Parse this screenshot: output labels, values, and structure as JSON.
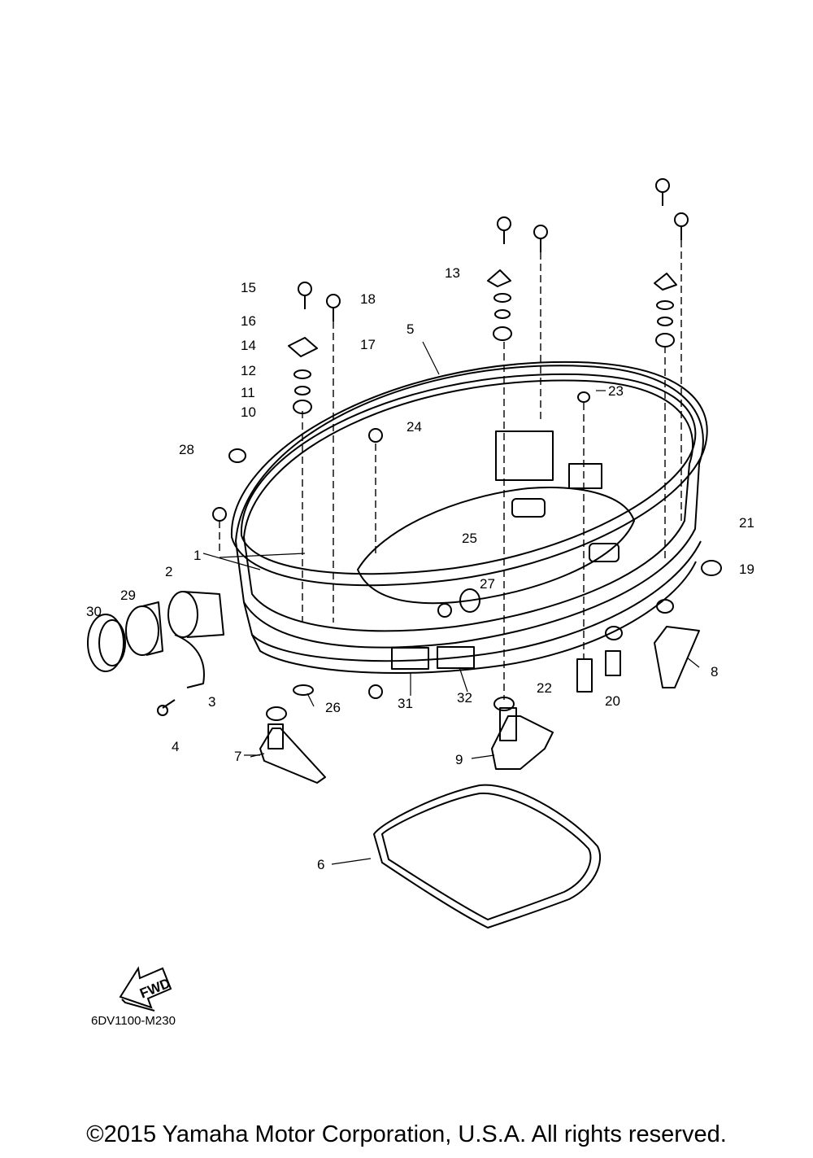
{
  "diagram": {
    "callouts": [
      "1",
      "2",
      "3",
      "4",
      "5",
      "6",
      "7",
      "8",
      "9",
      "10",
      "11",
      "12",
      "13",
      "14",
      "15",
      "16",
      "17",
      "18",
      "19",
      "20",
      "21",
      "22",
      "23",
      "24",
      "25",
      "26",
      "27",
      "28",
      "29",
      "30",
      "31",
      "32"
    ],
    "fwd_label": "FWD",
    "drawing_code": "6DV1100-M230"
  },
  "footer": {
    "copyright": "©2015 Yamaha Motor Corporation, U.S.A. All rights reserved."
  }
}
